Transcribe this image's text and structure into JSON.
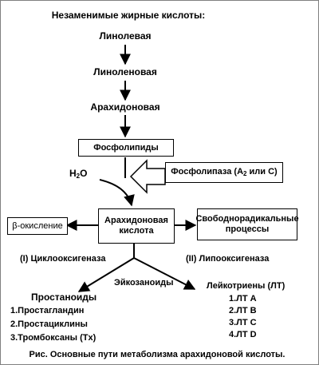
{
  "title": "Незаменимые жирные кислоты:",
  "chain": [
    "Линолевая",
    "Линоленовая",
    "Арахидоновая"
  ],
  "phospholipids": "Фосфолипиды",
  "water": {
    "base": "H",
    "sub": "2",
    "tail": "O"
  },
  "phospholipase": {
    "pre": "Фосфолипаза (A",
    "sub": "2",
    "post": " или С)"
  },
  "arachidonic_acid": [
    "Арахидоновая",
    "кислота"
  ],
  "beta_oxidation": "β-окисление",
  "free_radical": [
    "Свободнорадикальные",
    "процессы"
  ],
  "cyclooxygenase": "(I) Циклооксигеназа",
  "lipoxygenase": "(II) Липооксигеназа",
  "eicosanoids": "Эйкозаноиды",
  "prostanoids": {
    "heading": "Простаноиды",
    "items": [
      "1.Простагландин",
      "2.Простациклины",
      "3.Тромбоксаны (Tx)"
    ]
  },
  "leukotrienes": {
    "heading": "Лейкотриены (ЛТ)",
    "items": [
      "1.ЛТ А",
      "2.ЛТ В",
      "3.ЛТ С",
      "4.ЛТ D"
    ]
  },
  "caption": "Рис. Основные пути метаболизма арахидоновой кислоты."
}
